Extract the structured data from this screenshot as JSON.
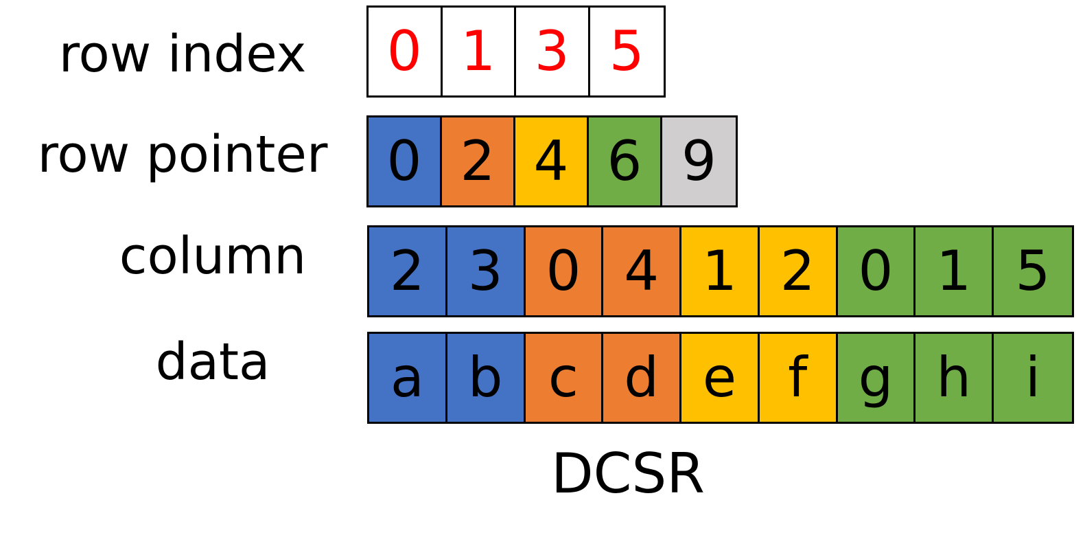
{
  "colors": {
    "blue": "#4472C4",
    "orange": "#ED7D31",
    "yellow": "#FFC000",
    "green": "#70AD47",
    "gray": "#D0CECE",
    "white": "#FFFFFF",
    "red_text": "#FF0000",
    "black_text": "#000000"
  },
  "rows": {
    "row_index": {
      "label": "row index",
      "cells": [
        {
          "value": "0",
          "fill": "white",
          "text_color": "red_text"
        },
        {
          "value": "1",
          "fill": "white",
          "text_color": "red_text"
        },
        {
          "value": "3",
          "fill": "white",
          "text_color": "red_text"
        },
        {
          "value": "5",
          "fill": "white",
          "text_color": "red_text"
        }
      ]
    },
    "row_pointer": {
      "label": "row pointer",
      "cells": [
        {
          "value": "0",
          "fill": "blue",
          "text_color": "black_text"
        },
        {
          "value": "2",
          "fill": "orange",
          "text_color": "black_text"
        },
        {
          "value": "4",
          "fill": "yellow",
          "text_color": "black_text"
        },
        {
          "value": "6",
          "fill": "green",
          "text_color": "black_text"
        },
        {
          "value": "9",
          "fill": "gray",
          "text_color": "black_text"
        }
      ]
    },
    "column": {
      "label": "column",
      "cells": [
        {
          "value": "2",
          "fill": "blue",
          "text_color": "black_text"
        },
        {
          "value": "3",
          "fill": "blue",
          "text_color": "black_text"
        },
        {
          "value": "0",
          "fill": "orange",
          "text_color": "black_text"
        },
        {
          "value": "4",
          "fill": "orange",
          "text_color": "black_text"
        },
        {
          "value": "1",
          "fill": "yellow",
          "text_color": "black_text"
        },
        {
          "value": "2",
          "fill": "yellow",
          "text_color": "black_text"
        },
        {
          "value": "0",
          "fill": "green",
          "text_color": "black_text"
        },
        {
          "value": "1",
          "fill": "green",
          "text_color": "black_text"
        },
        {
          "value": "5",
          "fill": "green",
          "text_color": "black_text"
        }
      ]
    },
    "data": {
      "label": "data",
      "cells": [
        {
          "value": "a",
          "fill": "blue",
          "text_color": "black_text"
        },
        {
          "value": "b",
          "fill": "blue",
          "text_color": "black_text"
        },
        {
          "value": "c",
          "fill": "orange",
          "text_color": "black_text"
        },
        {
          "value": "d",
          "fill": "orange",
          "text_color": "black_text"
        },
        {
          "value": "e",
          "fill": "yellow",
          "text_color": "black_text"
        },
        {
          "value": "f",
          "fill": "yellow",
          "text_color": "black_text"
        },
        {
          "value": "g",
          "fill": "green",
          "text_color": "black_text"
        },
        {
          "value": "h",
          "fill": "green",
          "text_color": "black_text"
        },
        {
          "value": "i",
          "fill": "green",
          "text_color": "black_text"
        }
      ]
    }
  },
  "caption": "DCSR"
}
